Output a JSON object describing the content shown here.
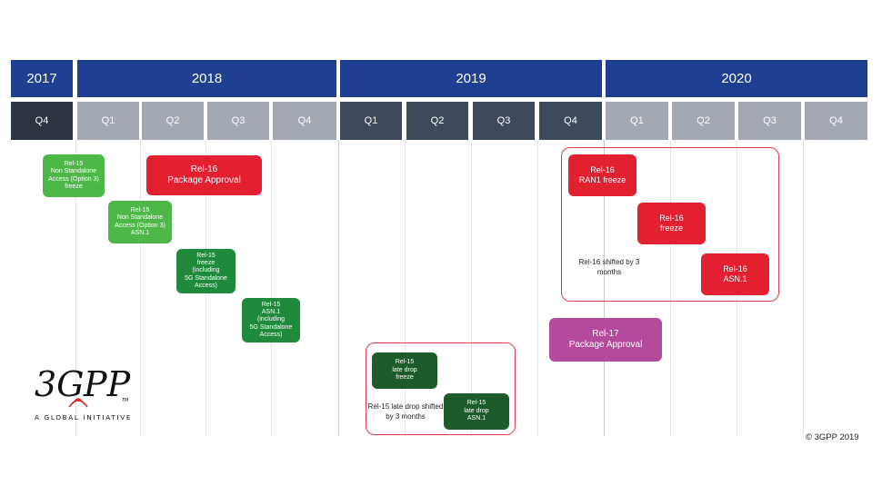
{
  "years": [
    "2017",
    "2018",
    "2019",
    "2020"
  ],
  "quarters": {
    "y2017": [
      "Q4"
    ],
    "y2018": [
      "Q1",
      "Q2",
      "Q3",
      "Q4"
    ],
    "y2019": [
      "Q1",
      "Q2",
      "Q3",
      "Q4"
    ],
    "y2020": [
      "Q1",
      "Q2",
      "Q3",
      "Q4"
    ]
  },
  "milestones": {
    "rel15_nsa_freeze": [
      "Rel-15",
      "Non Standalone",
      "Access (Option 3)",
      "freeze"
    ],
    "rel15_nsa_asn1": [
      "Rel-15",
      "Non Standalone",
      "Access (Option 3)",
      "ASN.1"
    ],
    "rel15_freeze": [
      "Rel-15",
      "freeze",
      "(including",
      "5G Standalone",
      "Access)"
    ],
    "rel15_asn1": [
      "Rel-15",
      "ASN.1",
      "(including",
      "5G Standalone",
      "Access)"
    ],
    "rel16_package": [
      "Rel-16",
      "Package Approval"
    ],
    "rel16_ran1": [
      "Rel-16",
      "RAN1 freeze"
    ],
    "rel16_freeze": [
      "Rel-16",
      "freeze"
    ],
    "rel16_asn1": [
      "Rel-16",
      "ASN.1"
    ],
    "rel16_shift_note": [
      "Rel-16",
      "shifted by 3 months"
    ],
    "rel17_package": [
      "Rel-17",
      "Package Approval"
    ],
    "rel15_late_freeze": [
      "Rel-15",
      "late drop",
      "freeze"
    ],
    "rel15_late_asn1": [
      "Rel-15",
      "late drop",
      "ASN.1"
    ],
    "rel15_late_note": [
      "Rel-15 late drop",
      "shifted by 3 months"
    ]
  },
  "logo": {
    "name": "3GPP",
    "tagline": "A GLOBAL INITIATIVE"
  },
  "copyright": "© 3GPP 2019",
  "colors": {
    "year_header": "#1f3f93",
    "quarter_dark": "#3e4a5c",
    "quarter_light": "#a3a9b3",
    "green_light": "#4db848",
    "green_dark": "#1f8a3b",
    "green_darker": "#1e5b2a",
    "red": "#e2202f",
    "magenta": "#b5499c",
    "frame": "#e23c44"
  }
}
